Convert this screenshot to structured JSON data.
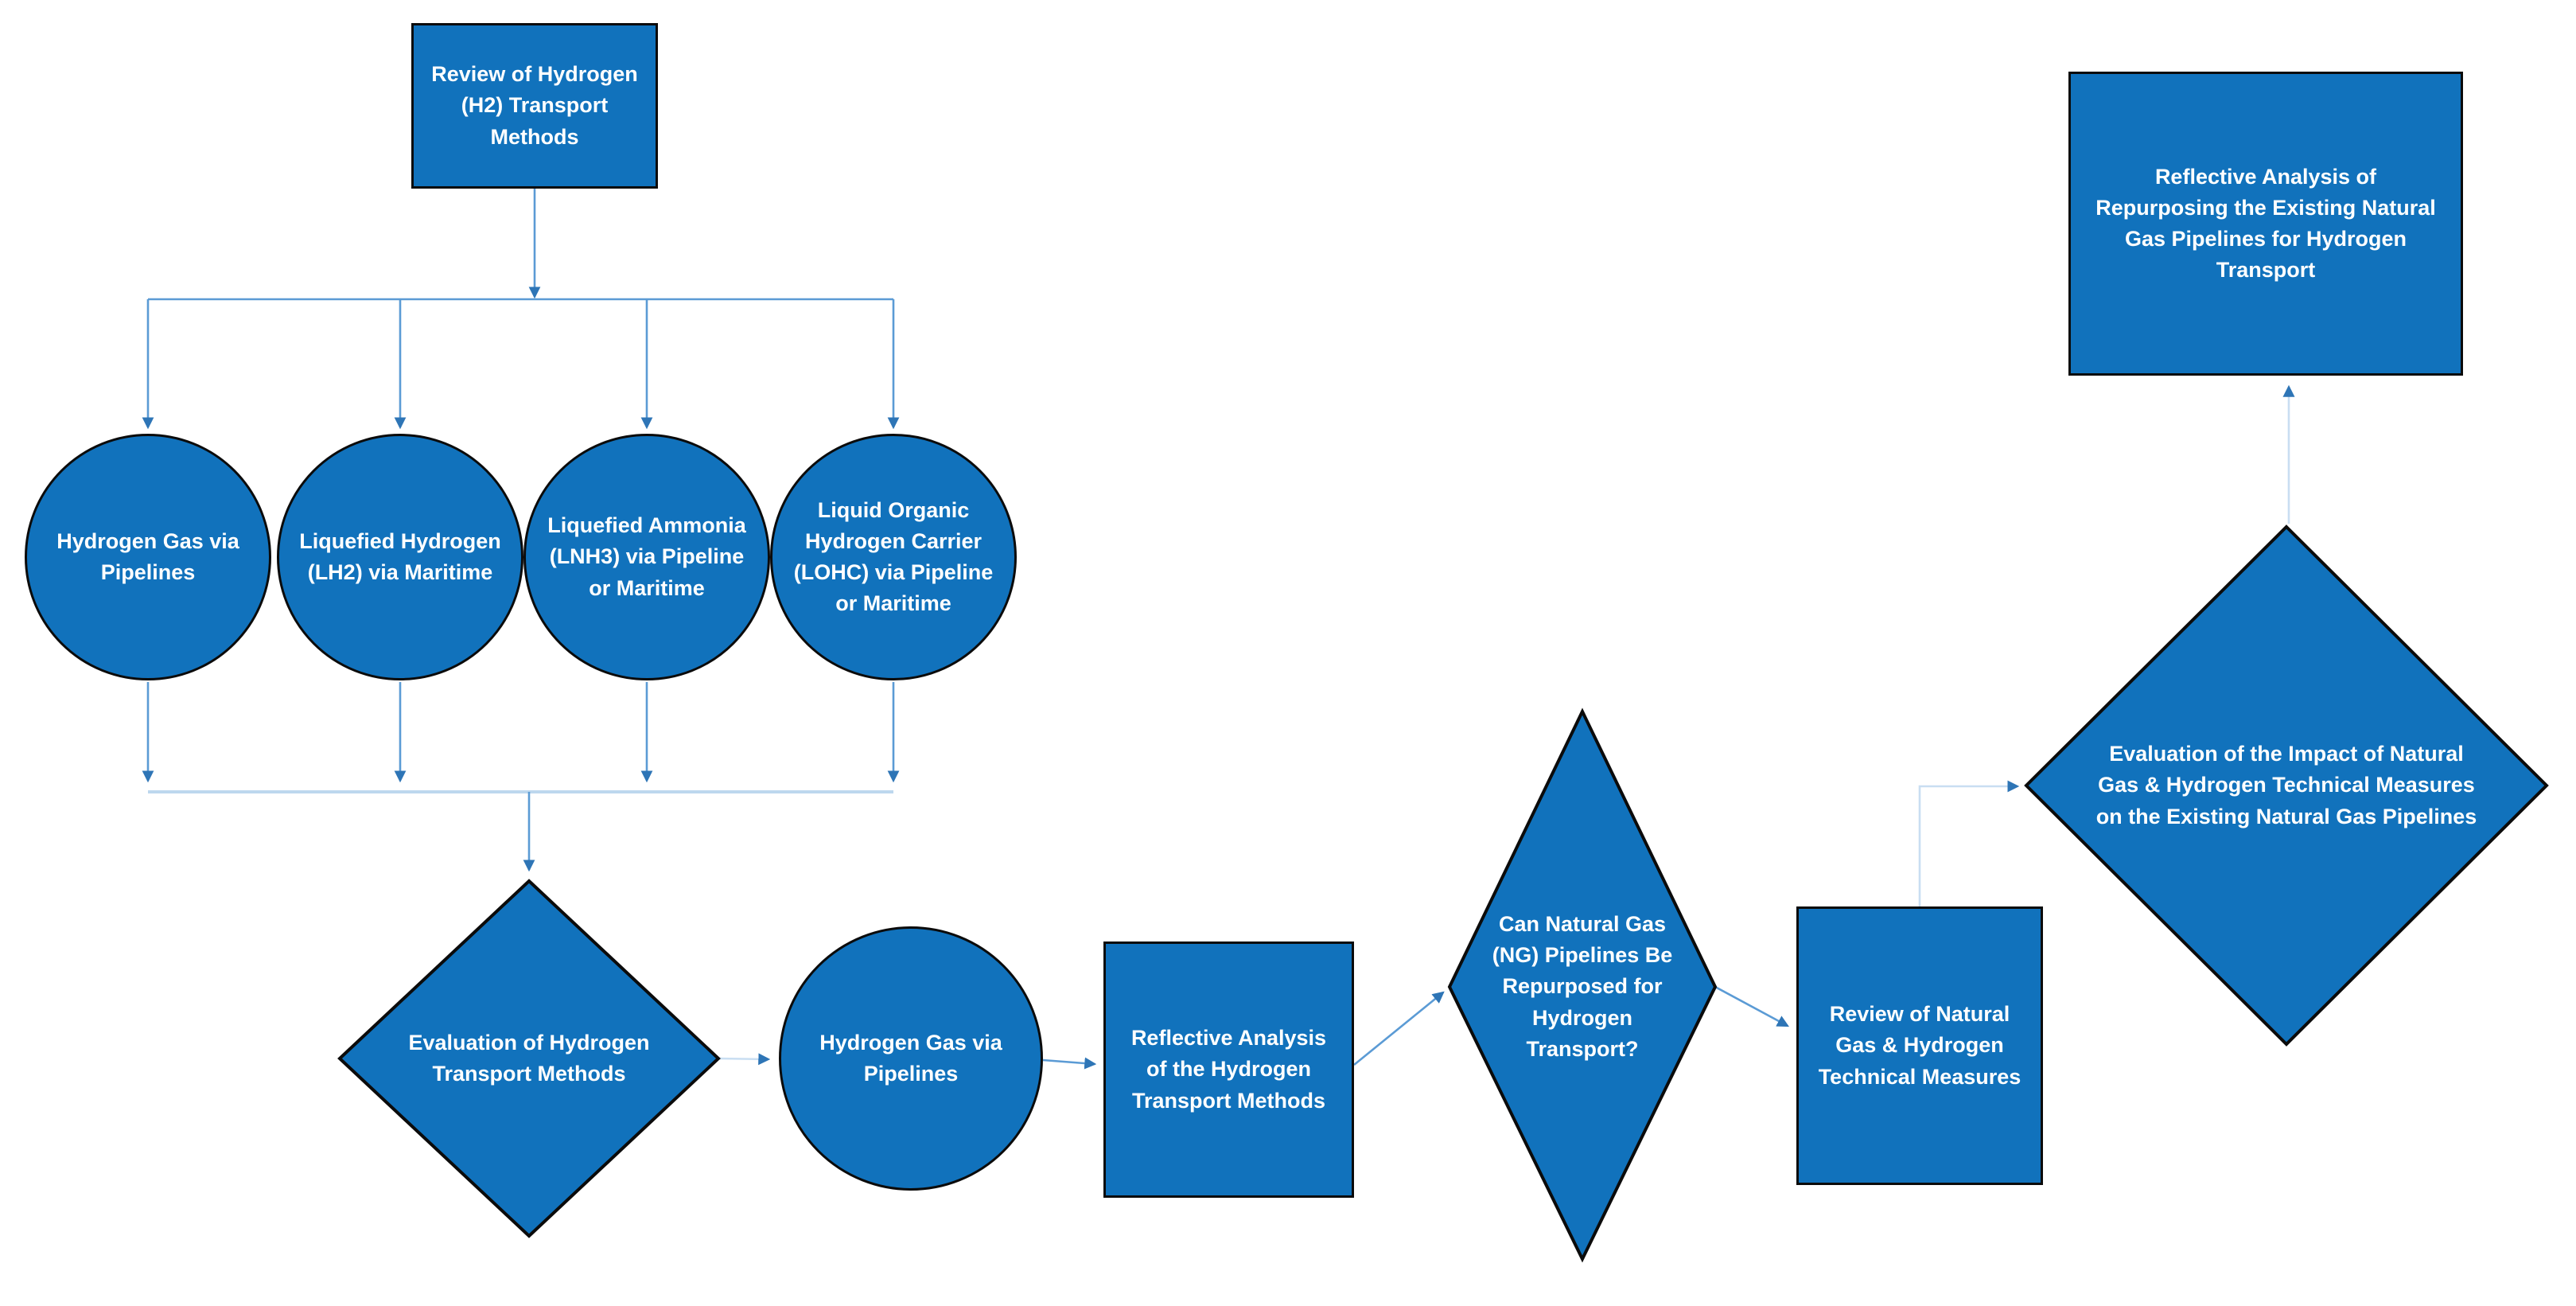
{
  "figure": {
    "title": "Flowchart of review methodology for hydrogen transport and natural gas pipeline repurposing",
    "colors": {
      "shape_fill": "#1172BC",
      "shape_border": "#0b0b0b",
      "connector": "#5B9BD5",
      "connector_light": "#BDD7EE",
      "elbow_light": "#C9DEF2",
      "arrowhead": "#2E75B6",
      "text": "#ffffff",
      "bg": "#ffffff"
    },
    "nodes": {
      "review_h2": {
        "type": "rectangle",
        "label": "Review of Hydrogen\n(H2) Transport\nMethods"
      },
      "h2_pipelines_top": {
        "type": "circle",
        "label": "Hydrogen Gas via\nPipelines"
      },
      "lh2_maritime": {
        "type": "circle",
        "label": "Liquefied Hydrogen\n(LH2) via Maritime"
      },
      "lnh3_pipeline_maritime": {
        "type": "circle",
        "label": "Liquefied Ammonia\n(LNH3) via Pipeline\nor Maritime"
      },
      "lohc_pipeline_maritime": {
        "type": "circle",
        "label": "Liquid Organic\nHydrogen Carrier\n(LOHC) via Pipeline\nor Maritime"
      },
      "eval_h2_transport": {
        "type": "diamond",
        "label": "Evaluation of Hydrogen\nTransport Methods"
      },
      "h2_pipelines_mid": {
        "type": "circle",
        "label": "Hydrogen Gas via\nPipelines"
      },
      "reflective_h2": {
        "type": "rectangle",
        "label": "Reflective Analysis\nof the Hydrogen\nTransport Methods"
      },
      "ng_repurpose_question": {
        "type": "diamond",
        "label": "Can Natural Gas\n(NG) Pipelines Be\nRepurposed for\nHydrogen\nTransport?"
      },
      "review_ng_measures": {
        "type": "rectangle",
        "label": "Review of Natural\nGas & Hydrogen\nTechnical Measures"
      },
      "eval_impact_measures": {
        "type": "diamond",
        "label": "Evaluation of the Impact of Natural\nGas & Hydrogen Technical Measures\non the Existing Natural Gas Pipelines"
      },
      "reflective_repurposing": {
        "type": "rectangle",
        "label": "Reflective Analysis  of\nRepurposing the Existing Natural\nGas Pipelines for Hydrogen\nTransport"
      }
    }
  }
}
